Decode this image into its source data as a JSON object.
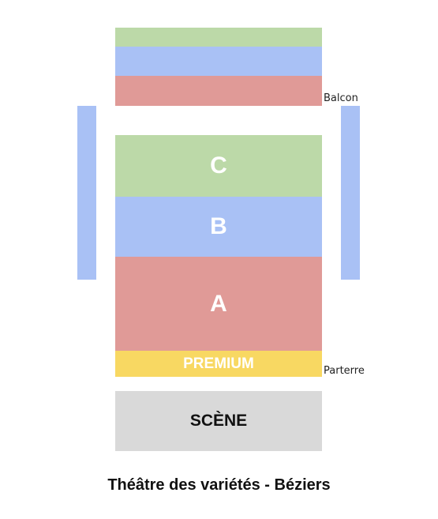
{
  "title": "Théâtre des variétés - Béziers",
  "balcon": {
    "label": "Balcon",
    "rows": [
      {
        "color": "#bcd9a8"
      },
      {
        "color": "#a9c1f5"
      },
      {
        "color": "#e09a97"
      }
    ]
  },
  "side_boxes": {
    "color": "#a9c1f5"
  },
  "parterre": {
    "label": "Parterre",
    "sections": [
      {
        "name": "C",
        "color": "#bcd9a8"
      },
      {
        "name": "B",
        "color": "#a9c1f5"
      },
      {
        "name": "A",
        "color": "#e09a97"
      },
      {
        "name": "PREMIUM",
        "color": "#f8d862"
      }
    ]
  },
  "stage": {
    "label": "SCÈNE",
    "color": "#d9d9d9"
  }
}
